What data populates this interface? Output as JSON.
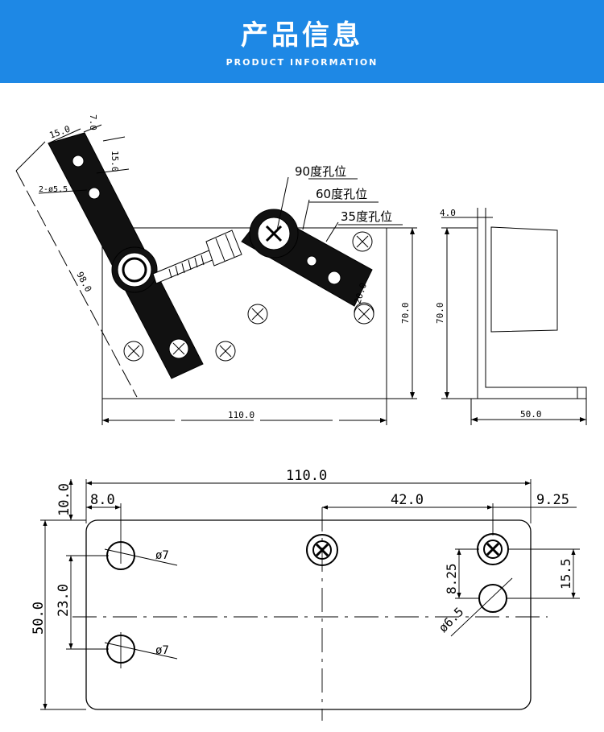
{
  "header": {
    "title": "产品信息",
    "subtitle": "PRODUCT INFORMATION",
    "bg_color": "#1e88e5"
  },
  "top_drawing": {
    "callouts": {
      "hole_90": "90度孔位",
      "hole_60": "60度孔位",
      "hole_35": "35度孔位"
    },
    "dims": {
      "arm_offset": "7.0",
      "arm_width": "15.0",
      "hole_pitch": "15.0",
      "holes": "2-ø5.5",
      "arm_length": "98.0",
      "link_width": "20.0",
      "base_height": "70.0",
      "base_width": "110.0",
      "side_thickness": "4.0",
      "side_height": "70.0",
      "side_depth": "50.0"
    }
  },
  "bottom_drawing": {
    "dims": {
      "total_width": "110.0",
      "top_offset": "10.0",
      "hole_x_offset": "8.0",
      "hole_spacing": "42.0",
      "right_margin": "9.25",
      "height": "50.0",
      "hole_vertical_pitch": "23.0",
      "hole_dia_upper": "ø7",
      "hole_dia_lower": "ø7",
      "small_offset": "8.25",
      "right_hole_gap": "15.5",
      "small_hole_dia": "ø6.5"
    }
  }
}
